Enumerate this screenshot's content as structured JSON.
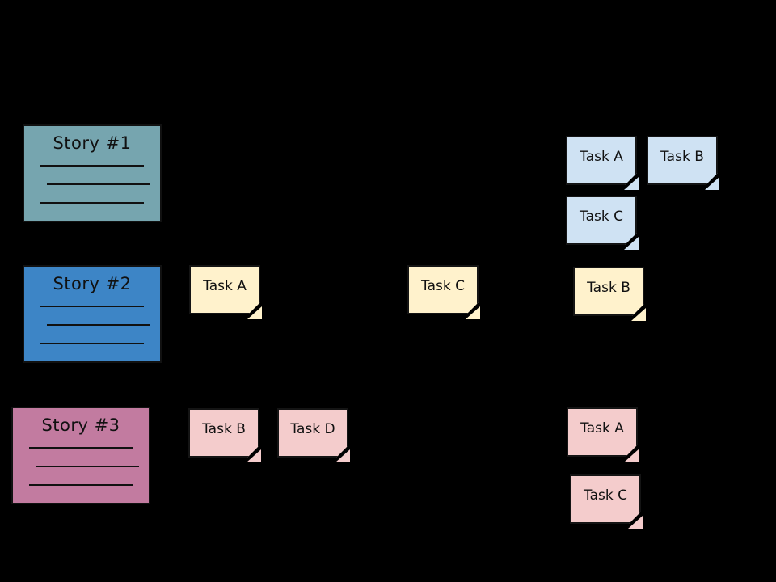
{
  "board": {
    "background": "#000000",
    "text_color": "#111111",
    "border_color": "#111111",
    "rows": [
      {
        "story": {
          "label": "Story #1",
          "color": "#76a5af"
        },
        "notes": [
          {
            "label": "Task A",
            "color": "#cfe2f3"
          },
          {
            "label": "Task B",
            "color": "#cfe2f3"
          },
          {
            "label": "Task C",
            "color": "#cfe2f3"
          }
        ]
      },
      {
        "story": {
          "label": "Story #2",
          "color": "#3d85c6"
        },
        "notes": [
          {
            "label": "Task A",
            "color": "#fff2cc"
          },
          {
            "label": "Task C",
            "color": "#fff2cc"
          },
          {
            "label": "Task B",
            "color": "#fff2cc"
          }
        ]
      },
      {
        "story": {
          "label": "Story #3",
          "color": "#c27ba0"
        },
        "notes": [
          {
            "label": "Task B",
            "color": "#f4cccc"
          },
          {
            "label": "Task D",
            "color": "#f4cccc"
          },
          {
            "label": "Task A",
            "color": "#f4cccc"
          },
          {
            "label": "Task C",
            "color": "#f4cccc"
          }
        ]
      }
    ]
  }
}
